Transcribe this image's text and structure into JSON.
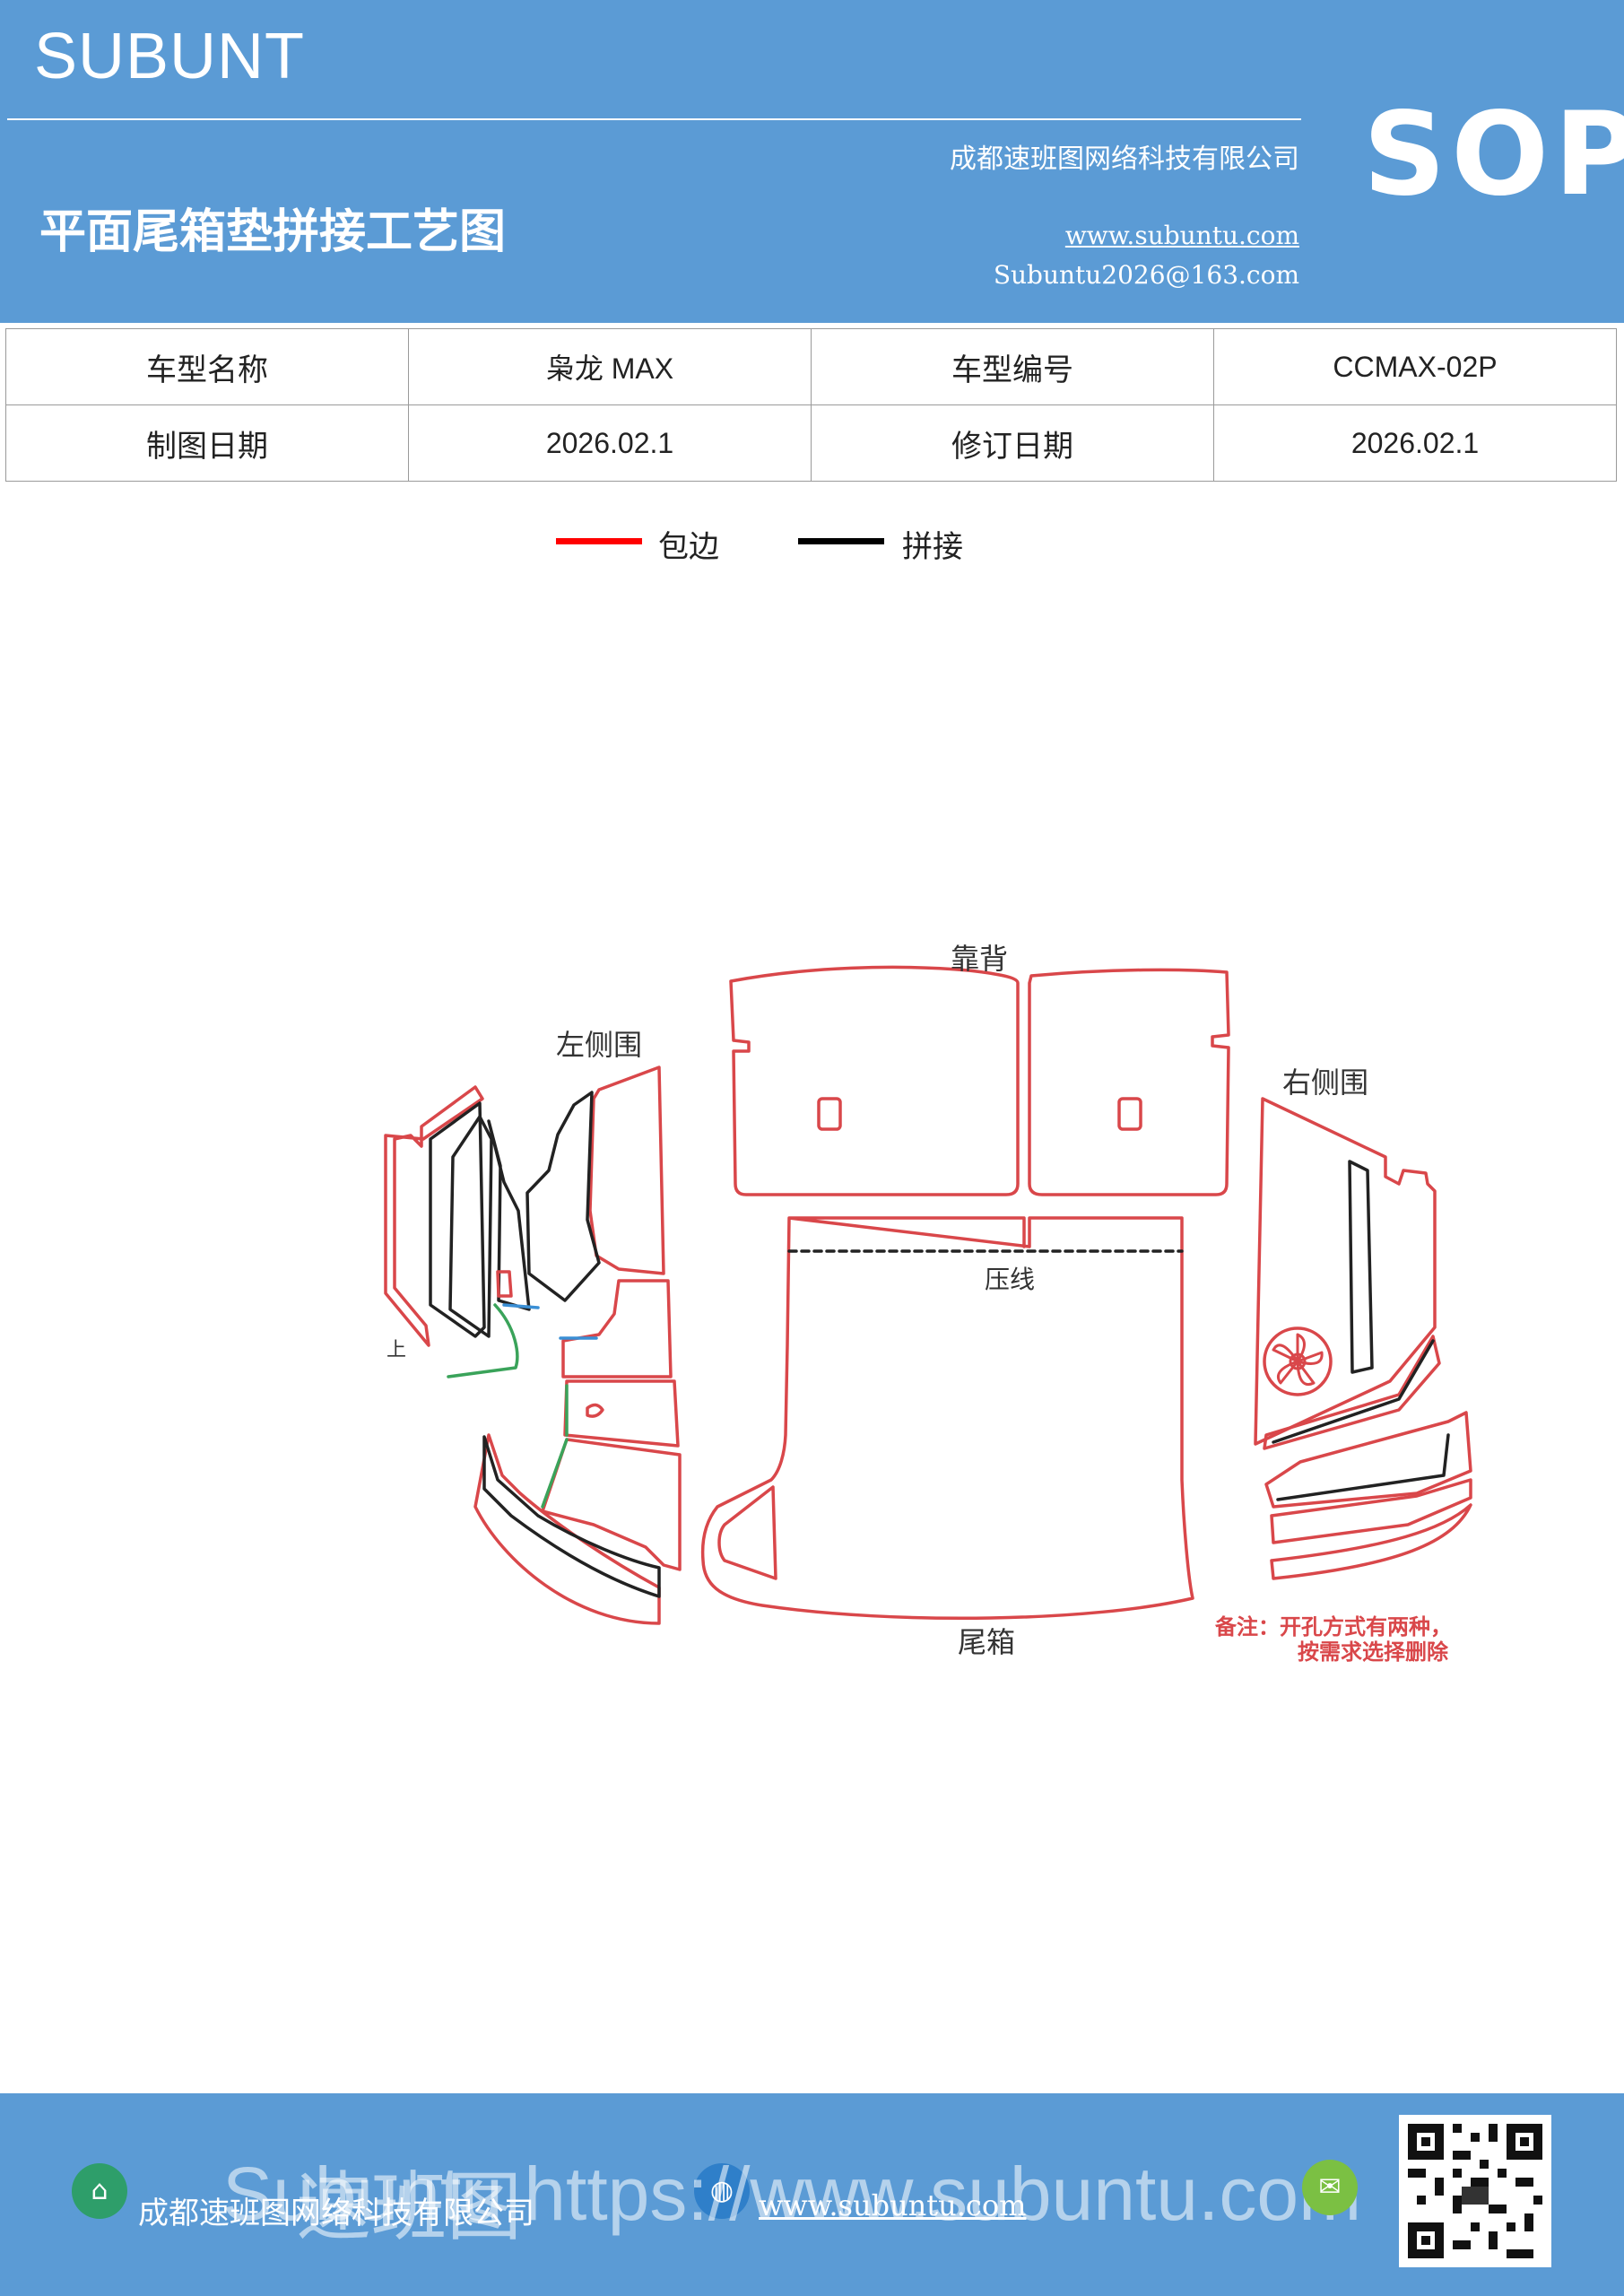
{
  "header": {
    "brand": "SUBUNT",
    "title": "平面尾箱垫拼接工艺图",
    "badge": "SOP",
    "company": "成都速班图网络科技有限公司",
    "website": "www.subuntu.com",
    "email": "Subuntu2026@163.com",
    "bg_color": "#5b9bd5"
  },
  "info_table": [
    [
      "车型名称",
      "枭龙 MAX",
      "车型编号",
      "CCMAX-02P"
    ],
    [
      "制图日期",
      "2026.02.1",
      "修订日期",
      "2026.02.1"
    ]
  ],
  "legend": [
    {
      "label": "包边",
      "color": "#ff0000"
    },
    {
      "label": "拼接",
      "color": "#000000"
    }
  ],
  "diagram": {
    "labels": {
      "backrest": "靠背",
      "left_side": "左侧围",
      "right_side": "右侧围",
      "press_line": "压线",
      "trunk": "尾箱",
      "small_mark": "上"
    },
    "note_line1": "备注：开孔方式有两种，",
    "note_line2": "按需求选择删除",
    "edge_color": "#d9474a",
    "seam_color": "#222222"
  },
  "footer": {
    "company": "成都速班图网络科技有限公司",
    "website": "www.subuntu.com",
    "overlay": "Subuntu https://www.subuntu.com",
    "overlay_cn": "速班图"
  },
  "icons": {
    "company": "building-icon",
    "globe": "globe-icon",
    "wechat": "wechat-icon",
    "qr": "qr-code-icon"
  }
}
